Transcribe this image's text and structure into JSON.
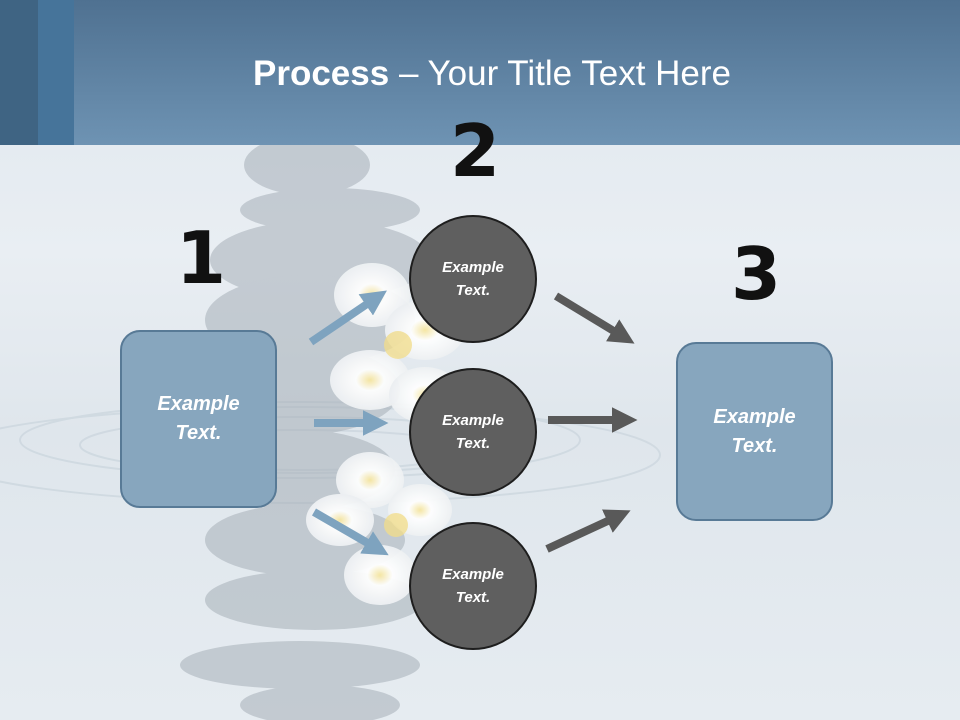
{
  "title": {
    "strong": "Process",
    "rest": " – Your Title Text Here"
  },
  "steps": [
    {
      "number": "1",
      "label": "Example Text."
    },
    {
      "number": "2",
      "items": [
        "Example Text.",
        "Example Text.",
        "Example Text."
      ]
    },
    {
      "number": "3",
      "label": "Example Text."
    }
  ],
  "colors": {
    "header": "#6e93b3",
    "box_fill": "#87a6be",
    "circle_fill": "#5f5f5f",
    "arrow_blue": "#7ea3bf",
    "arrow_gray": "#595959"
  }
}
